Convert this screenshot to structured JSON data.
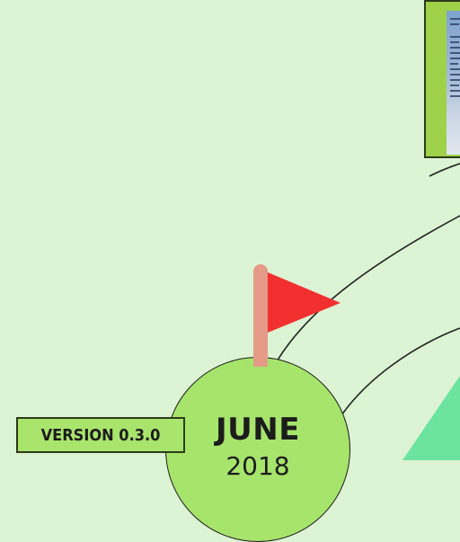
{
  "timeline": {
    "milestone": {
      "month": "JUNE",
      "year": "2018"
    }
  },
  "version_badge": {
    "label": "VERSION 0.3.0"
  },
  "colors": {
    "background": "#dcf3d4",
    "node_fill": "#a7e46c",
    "flag": "#f23030",
    "flag_pole": "#e49a86",
    "accent_teal": "#6ce39e",
    "thumbnail_frame": "#9fd24a"
  },
  "icons": {
    "flag": "flag-icon"
  }
}
